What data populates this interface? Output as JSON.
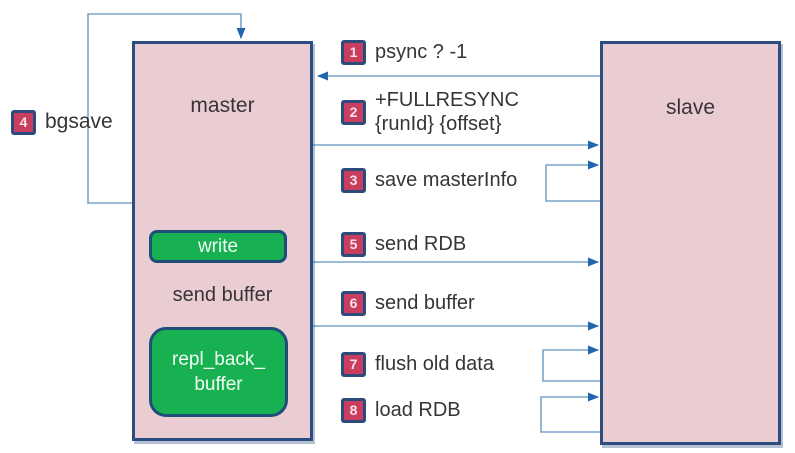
{
  "nodes": {
    "master": {
      "label": "master"
    },
    "slave": {
      "label": "slave"
    },
    "write": {
      "label": "write"
    },
    "repl_back_buffer": {
      "label": "repl_back_\nbuffer"
    },
    "send_buffer_edge": {
      "label": "send buffer"
    },
    "bgsave": {
      "number": "4",
      "label": "bgsave"
    }
  },
  "messages": [
    {
      "number": "1",
      "label": "psync ? -1",
      "from": "slave",
      "to": "master"
    },
    {
      "number": "2",
      "label": "+FULLRESYNC\n{runId} {offset}",
      "from": "master",
      "to": "slave"
    },
    {
      "number": "3",
      "label": "save masterInfo",
      "from": "slave",
      "to": "slave"
    },
    {
      "number": "5",
      "label": "send RDB",
      "from": "master",
      "to": "slave"
    },
    {
      "number": "6",
      "label": "send buffer",
      "from": "master",
      "to": "slave"
    },
    {
      "number": "7",
      "label": "flush old data",
      "from": "slave",
      "to": "slave"
    },
    {
      "number": "8",
      "label": "load RDB",
      "from": "slave",
      "to": "slave"
    }
  ],
  "colors": {
    "node_fill": "#e9cdd2",
    "node_border": "#2b4d80",
    "green_fill": "#18b152",
    "green_border": "#1f4e79",
    "badge_fill": "#c93d5e",
    "badge_border": "#2c4a7c",
    "arrow_line": "#79a5cb",
    "arrow_head": "#2166ad",
    "text": "#383338"
  }
}
